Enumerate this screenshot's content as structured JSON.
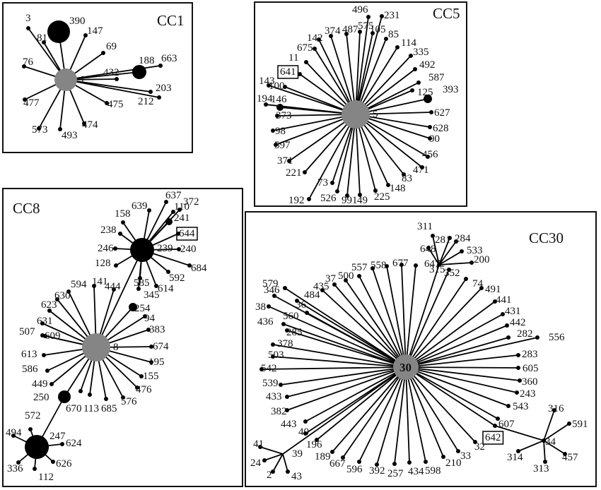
{
  "clusters": [
    {
      "title": "CC1",
      "center_label": "1",
      "center_bold": false,
      "leaves": [
        "3",
        "390",
        "81",
        "147",
        "69",
        "76",
        "188",
        "663",
        "432",
        "203",
        "477",
        "212",
        "475",
        "573",
        "493",
        "474"
      ],
      "boxed": []
    },
    {
      "title": "CC5",
      "center_label": "5",
      "center_bold": false,
      "leaves": [
        "496",
        "231",
        "374",
        "487",
        "575",
        "105",
        "142",
        "85",
        "675",
        "114",
        "335",
        "11",
        "641",
        "492",
        "587",
        "143",
        "100",
        "125",
        "393",
        "194",
        "146",
        "627",
        "373",
        "628",
        "98",
        "90",
        "597",
        "456",
        "371",
        "471",
        "221",
        "83",
        "73",
        "148",
        "192",
        "526",
        "991",
        "49",
        "225"
      ],
      "boxed": [
        "641"
      ]
    },
    {
      "title": "CC8",
      "center_label": "8",
      "center_bold": false,
      "leaves": [
        "637",
        "639",
        "158",
        "110",
        "372",
        "241",
        "238",
        "644",
        "246",
        "239",
        "240",
        "684",
        "128",
        "592",
        "585",
        "614",
        "594",
        "141",
        "444",
        "345",
        "630",
        "623",
        "254",
        "94",
        "631",
        "383",
        "507",
        "609",
        "674",
        "613",
        "195",
        "586",
        "155",
        "449",
        "476",
        "250",
        "576",
        "670",
        "113",
        "685",
        "572",
        "494",
        "247",
        "624",
        "336",
        "112",
        "626"
      ],
      "boxed": [
        "644"
      ]
    },
    {
      "title": "CC30",
      "center_label": "30",
      "center_bold": true,
      "leaves": [
        "311",
        "281",
        "284",
        "648",
        "533",
        "200",
        "557",
        "558",
        "677",
        "647",
        "315",
        "352",
        "500",
        "37",
        "435",
        "484",
        "74",
        "579",
        "491",
        "346",
        "36",
        "441",
        "38",
        "431",
        "560",
        "442",
        "436",
        "285",
        "282",
        "556",
        "378",
        "283",
        "503",
        "605",
        "542",
        "360",
        "539",
        "243",
        "433",
        "543",
        "382",
        "316",
        "607",
        "443",
        "591",
        "40",
        "642",
        "34",
        "196",
        "32",
        "314",
        "457",
        "189",
        "667",
        "596",
        "392",
        "257",
        "434",
        "598",
        "210",
        "33",
        "313",
        "41",
        "24",
        "39",
        "2",
        "43"
      ],
      "boxed": [
        "642"
      ]
    }
  ]
}
